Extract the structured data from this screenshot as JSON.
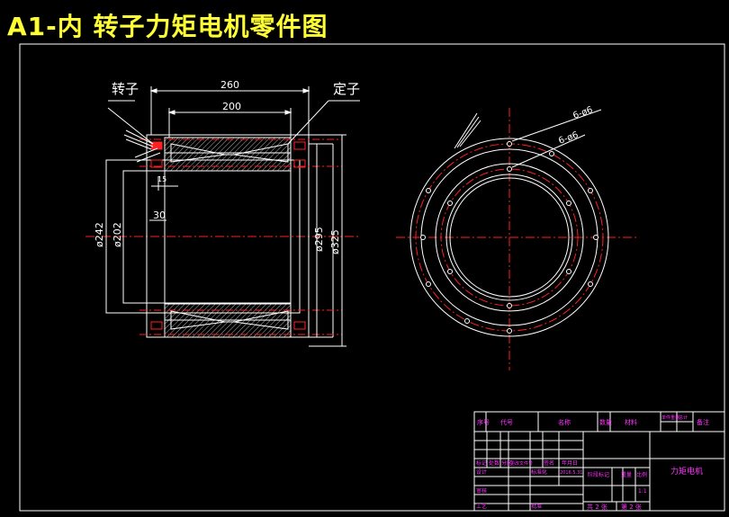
{
  "title": "A1-内 转子力矩电机零件图",
  "labels": {
    "rotor": "转子",
    "stator": "定子",
    "dim_260": "260",
    "dim_200": "200",
    "dim_15": "15",
    "dim_30": "30",
    "dim_242": "ø242",
    "dim_202": "ø202",
    "dim_295": "ø295",
    "dim_325": "ø325",
    "holes_outer": "6-ø6",
    "holes_inner": "6-ø6"
  },
  "title_block": {
    "h_seq": "序号",
    "h_code": "代号",
    "h_name": "名称",
    "h_qty": "数量",
    "h_material": "材料",
    "h_weight": "单件重量",
    "h_total": "总计",
    "h_remarks": "备注",
    "mark": "标记",
    "count": "处数",
    "zone": "分区",
    "change_doc": "更改文件号",
    "sign": "签名",
    "date_h": "年月日",
    "design": "设计",
    "standard": "标准化",
    "date": "2016.5.31",
    "stage": "阶段标记",
    "weight": "重量",
    "scale_h": "比例",
    "scale": "1:1",
    "review": "审核",
    "process": "工艺",
    "approve": "批准",
    "sheets_total": "共 2 张",
    "sheet_no": "第 2 张",
    "drawing_name": "力矩电机"
  }
}
